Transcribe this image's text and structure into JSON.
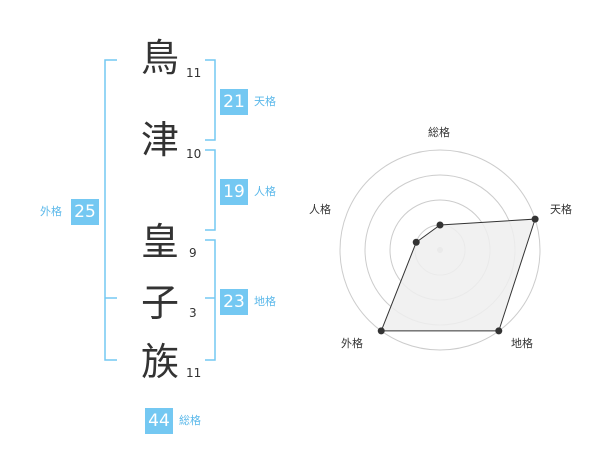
{
  "name": {
    "characters": [
      {
        "char": "鳥",
        "strokes": "11"
      },
      {
        "char": "津",
        "strokes": "10"
      },
      {
        "char": "皇",
        "strokes": "9"
      },
      {
        "char": "子",
        "strokes": "3"
      },
      {
        "char": "族",
        "strokes": "11"
      }
    ]
  },
  "kaku": {
    "tenkaku": {
      "value": "21",
      "label": "天格"
    },
    "jinkaku": {
      "value": "19",
      "label": "人格"
    },
    "chikaku": {
      "value": "23",
      "label": "地格"
    },
    "gaikaku": {
      "value": "25",
      "label": "外格"
    },
    "soukaku": {
      "value": "44",
      "label": "総格"
    }
  },
  "chart_data": {
    "type": "radar",
    "axes": [
      "総格",
      "天格",
      "地格",
      "外格",
      "人格"
    ],
    "rings": 4,
    "values": [
      1,
      4,
      4,
      4,
      1
    ],
    "max": 4,
    "fill": "#eeeeee",
    "stroke": "#333333"
  },
  "colors": {
    "accent": "#74c8f2",
    "bracket": "#74c8f2"
  }
}
